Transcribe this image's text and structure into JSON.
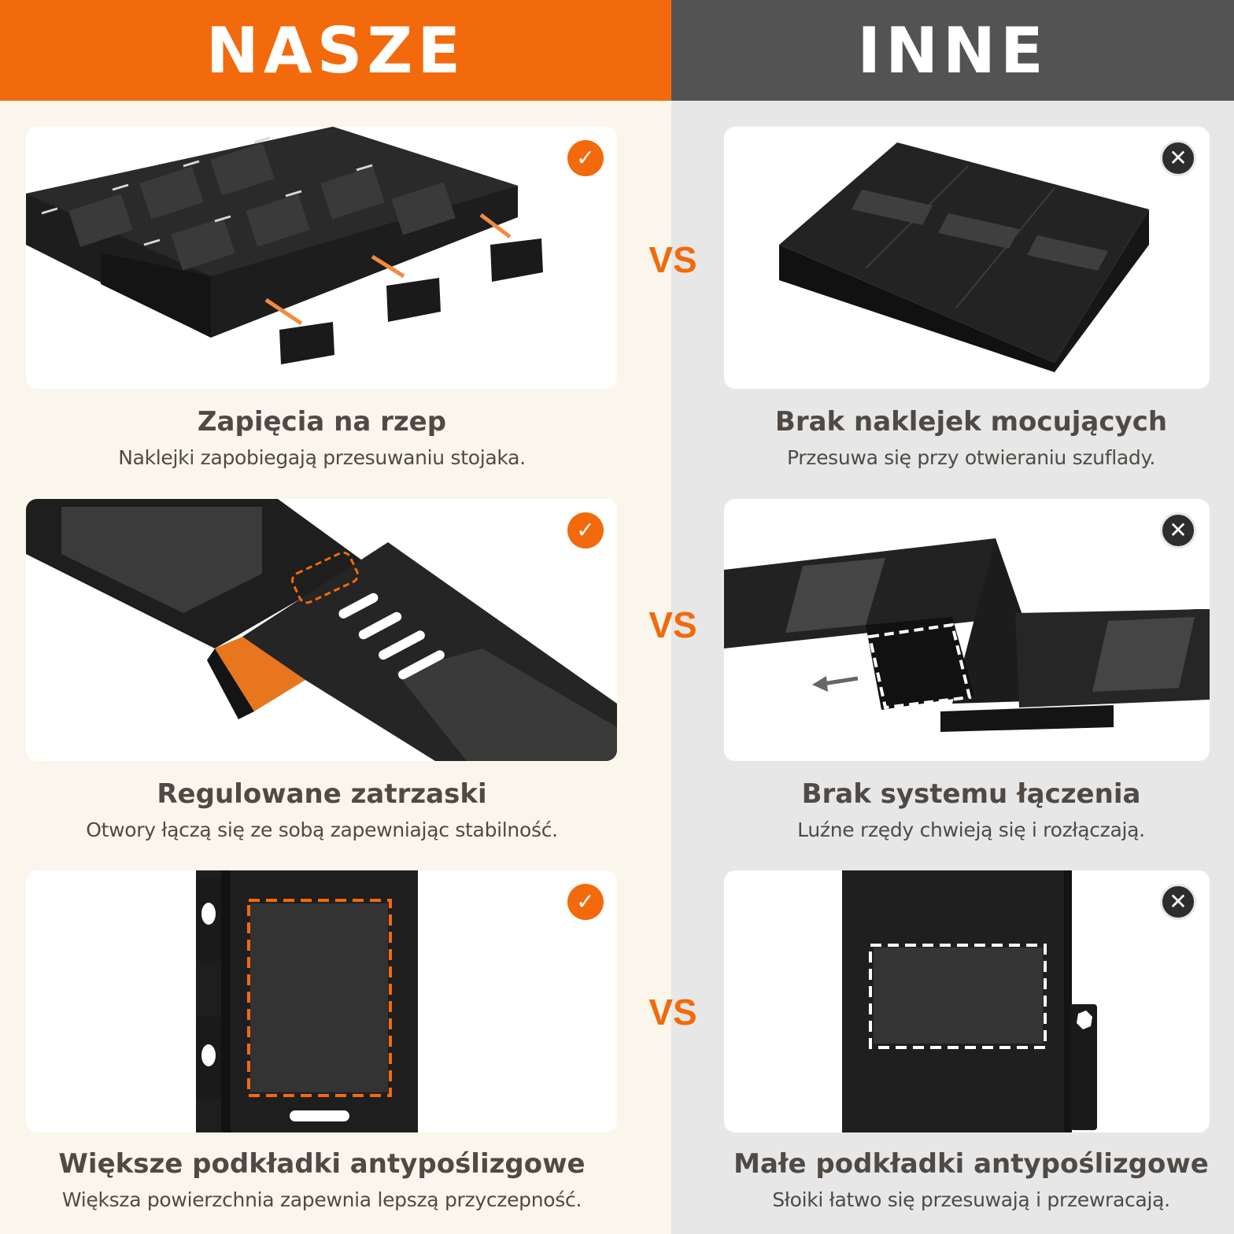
{
  "header": {
    "ours_title": "NASZE",
    "others_title": "INNE"
  },
  "vs_label": "VS",
  "colors": {
    "accent": "#f26a0c",
    "others_header": "#535353",
    "left_bg": "#faf6ec",
    "right_bg": "#e7e7e7",
    "text": "#4f4a45"
  },
  "badges": {
    "ok_icon": "check-circle-icon",
    "no_icon": "x-circle-icon",
    "ok_glyph": "✓",
    "no_glyph": "✕"
  },
  "ours": [
    {
      "title": "Zapięcia na rzep",
      "subtitle": "Naklejki zapobiegają przesuwaniu stojaka."
    },
    {
      "title": "Regulowane zatrzaski",
      "subtitle": "Otwory łączą się ze sobą zapewniając stabilność."
    },
    {
      "title": "Większe podkładki antypoślizgowe",
      "subtitle": "Większa powierzchnia zapewnia lepszą przyczepność."
    }
  ],
  "others": [
    {
      "title": "Brak naklejek mocujących",
      "subtitle": "Przesuwa się przy otwieraniu szuflady."
    },
    {
      "title": "Brak systemu łączenia",
      "subtitle": "Luźne rzędy chwieją się i rozłączają."
    },
    {
      "title": "Małe podkładki antypoślizgowe",
      "subtitle": "Słoiki łatwo się przesuwają i przewracają."
    }
  ]
}
